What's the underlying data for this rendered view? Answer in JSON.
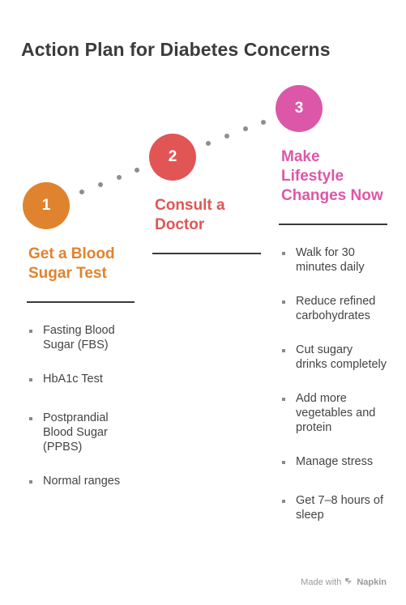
{
  "title": "Action Plan for Diabetes Concerns",
  "colors": {
    "step1": "#e0832f",
    "step2": "#e25555",
    "step3": "#dd57a8",
    "dots": "#8e8e8e",
    "text": "#444444"
  },
  "steps": [
    {
      "number": "1",
      "title_lines": [
        "Get a Blood",
        "Sugar Test"
      ],
      "items": [
        "Fasting Blood Sugar (FBS)",
        "HbA1c Test",
        "Postprandial Blood Sugar (PPBS)",
        "Normal ranges"
      ]
    },
    {
      "number": "2",
      "title_lines": [
        "Consult a",
        "Doctor"
      ],
      "items": []
    },
    {
      "number": "3",
      "title_lines": [
        "Make",
        "Lifestyle",
        "Changes Now"
      ],
      "items": [
        "Walk for 30 minutes daily",
        "Reduce refined carbohydrates",
        "Cut sugary drinks completely",
        "Add more vegetables and protein",
        "Manage stress",
        "Get 7–8 hours of sleep"
      ]
    }
  ],
  "footer": {
    "made_with": "Made with",
    "brand_icon": "napkin-logo-icon",
    "brand": "Napkin"
  }
}
